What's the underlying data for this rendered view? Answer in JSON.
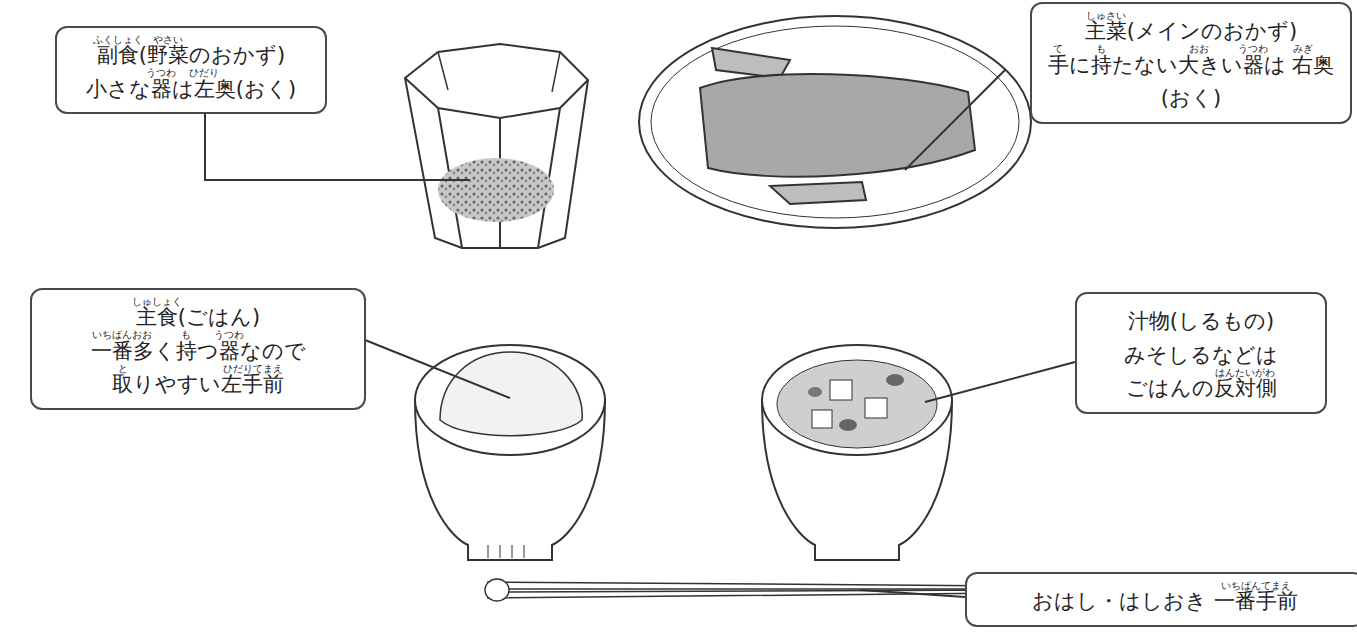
{
  "diagram": {
    "nodes": [
      {
        "text": [
          "副食(野菜のおかず) 小さな器は左奥(おく)"
        ]
      },
      {
        "text": [
          "主菜(メインのおかず) 手に持たない大きい器は 右奥(おく)"
        ]
      },
      {
        "text": [
          "主食(ごはん) 一番多く持つ器なので 取りやすい左手前"
        ]
      },
      {
        "text": [
          "汁物(しるもの) みそしるなどは ごはんの反対側"
        ]
      },
      {
        "text": [
          "おはし・はしおき 一番手前"
        ]
      }
    ],
    "edges": [],
    "labels": [
      "ふくしょく",
      "やさい",
      "うつわ",
      "ひだり",
      "しゅさい",
      "て",
      "も",
      "おお",
      "うつわ",
      "みぎ",
      "しゅしょく",
      "いちばんおお",
      "も",
      "うつわ",
      "と",
      "ひだりてまえ",
      "はんたいがわ",
      "いちばんてまえ"
    ]
  }
}
